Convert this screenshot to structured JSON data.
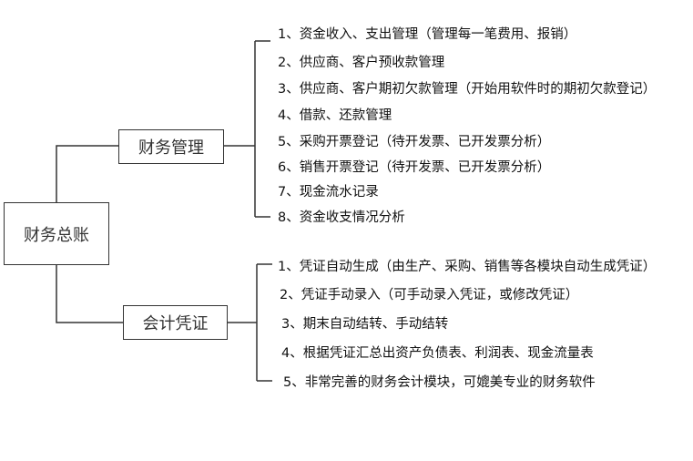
{
  "root": {
    "label": "财务总账"
  },
  "branches": [
    {
      "label": "财务管理",
      "items": [
        "1、资金收入、支出管理（管理每一笔费用、报销）",
        "2、供应商、客户预收款管理",
        "3、供应商、客户期初欠款管理（开始用软件时的期初欠款登记）",
        "4、借款、还款管理",
        "5、采购开票登记（待开发票、已开发票分析）",
        "6、销售开票登记（待开发票、已开发票分析）",
        "7、现金流水记录",
        "8、资金收支情况分析"
      ]
    },
    {
      "label": "会计凭证",
      "items": [
        "1、凭证自动生成（由生产、采购、销售等各模块自动生成凭证）",
        "2、凭证手动录入（可手动录入凭证，或修改凭证）",
        "3、期末自动结转、手动结转",
        "4、根据凭证汇总出资产负债表、利润表、现金流量表",
        "5、非常完善的财务会计模块，可媲美专业的财务软件"
      ]
    }
  ]
}
